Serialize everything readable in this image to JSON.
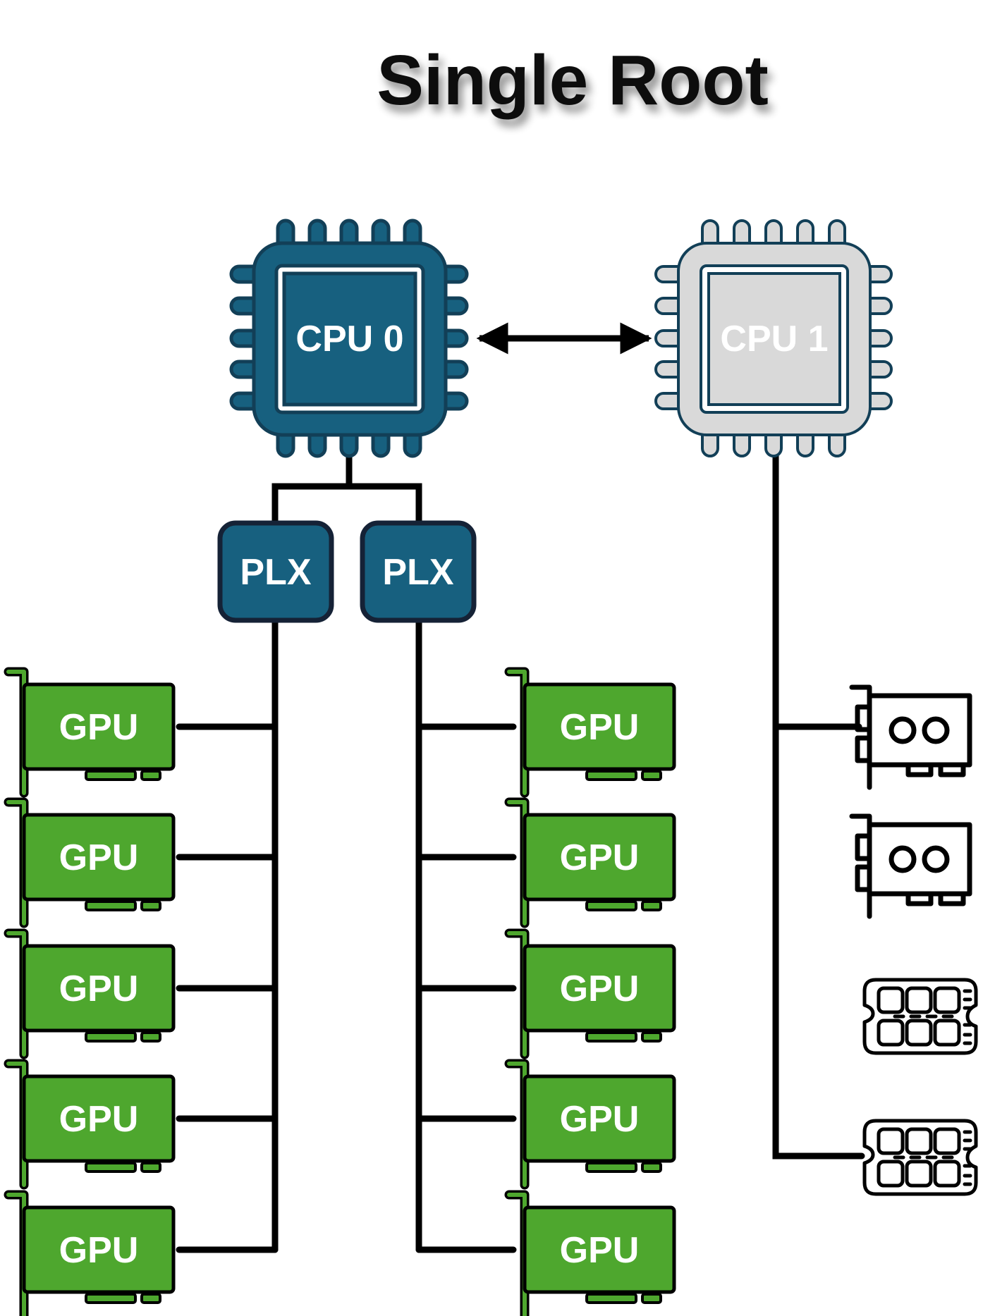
{
  "title": "Single Root",
  "colors": {
    "cpu_active_fill": "#17607f",
    "cpu_active_stroke": "#123f57",
    "cpu_inactive_fill": "#d9d9d9",
    "cpu_inactive_stroke": "#123f57",
    "plx_fill": "#17607f",
    "plx_stroke": "#152236",
    "gpu_fill": "#4ea72e",
    "gpu_stroke": "#000000",
    "wire": "#000000",
    "label": "#ffffff"
  },
  "cpus": [
    {
      "label": "CPU 0",
      "state": "active"
    },
    {
      "label": "CPU 1",
      "state": "inactive"
    }
  ],
  "interconnect": {
    "type": "bidirectional-arrow",
    "between": [
      "CPU 0",
      "CPU 1"
    ]
  },
  "switches": [
    {
      "label": "PLX",
      "parent": "CPU 0"
    },
    {
      "label": "PLX",
      "parent": "CPU 0"
    }
  ],
  "gpus": {
    "left": [
      "GPU",
      "GPU",
      "GPU",
      "GPU",
      "GPU"
    ],
    "right": [
      "GPU",
      "GPU",
      "GPU",
      "GPU",
      "GPU"
    ]
  },
  "cpu1_devices": [
    {
      "type": "nic",
      "icon": "network-card-icon"
    },
    {
      "type": "nic",
      "icon": "network-card-icon"
    },
    {
      "type": "nvme",
      "icon": "ssd-icon"
    },
    {
      "type": "nvme",
      "icon": "ssd-icon"
    }
  ]
}
